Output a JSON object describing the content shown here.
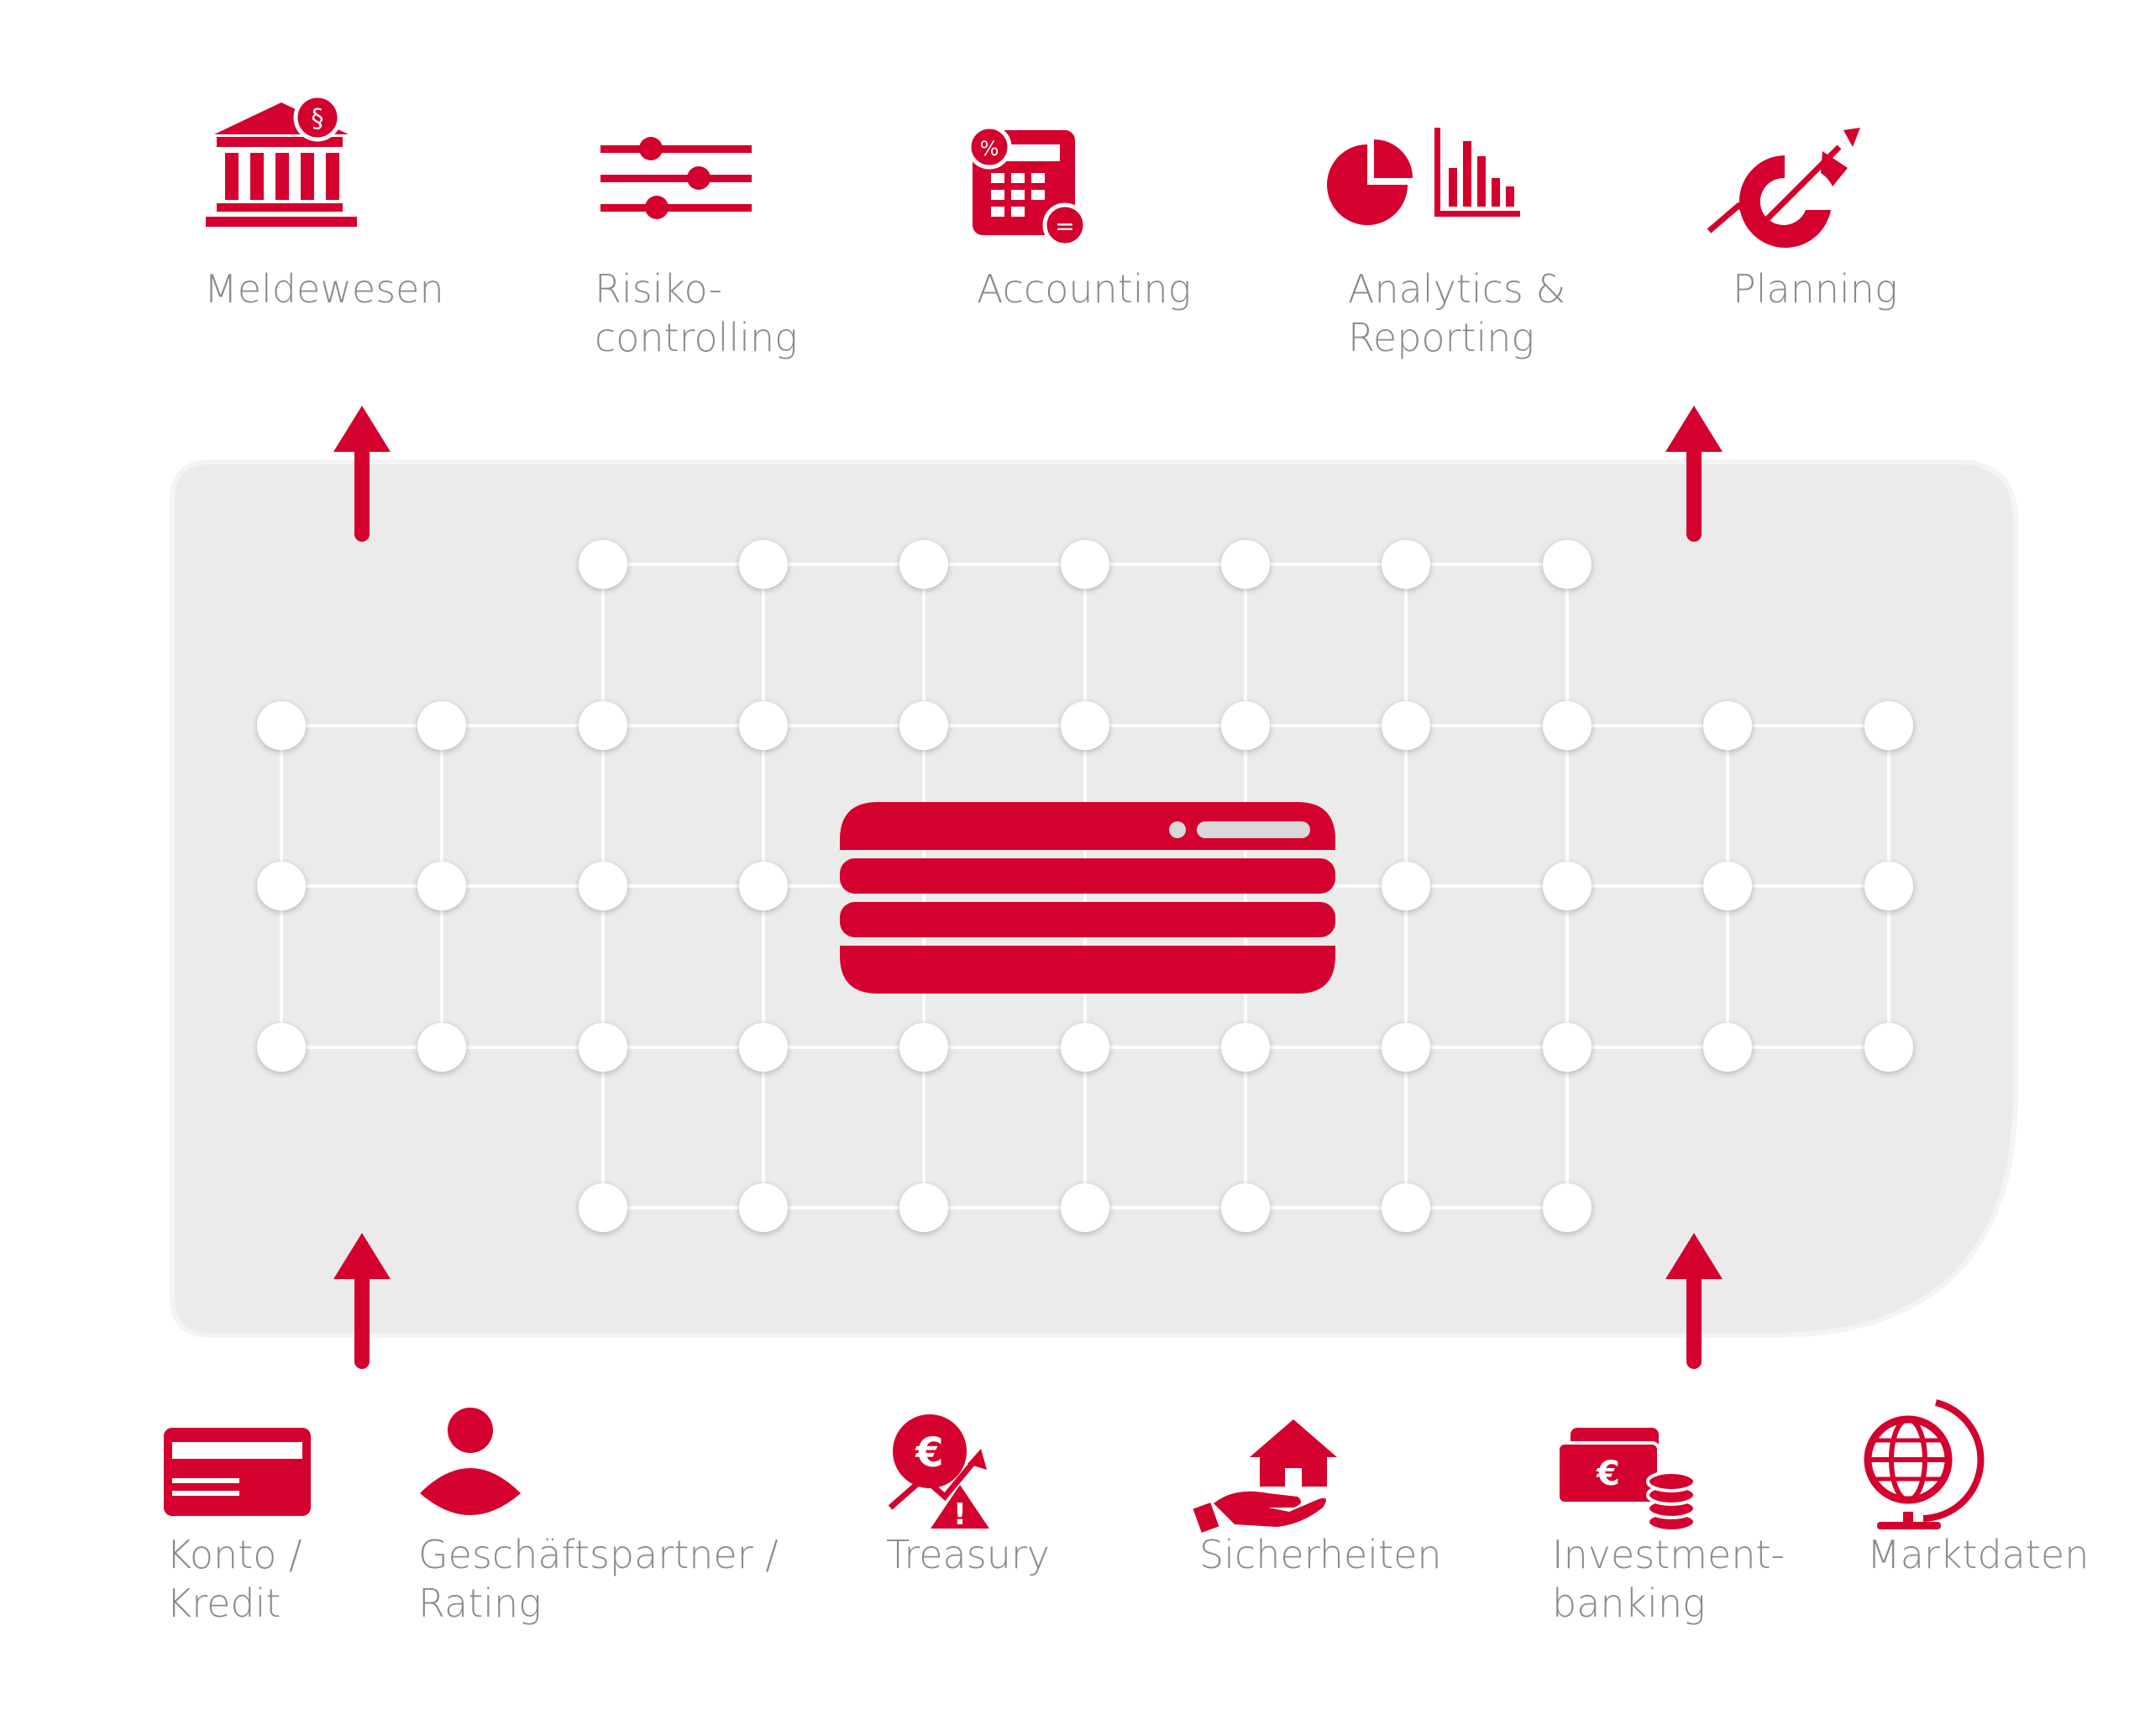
{
  "colors": {
    "accent": "#d4002d",
    "panel": "#ebebeb",
    "node": "#ffffff",
    "grid_line": "#ffffff",
    "label_text": "#8a8a8a"
  },
  "top_targets": [
    {
      "icon": "bank-icon",
      "line1": "Meldewesen",
      "line2": ""
    },
    {
      "icon": "sliders-icon",
      "line1": "Risiko-",
      "line2": "controlling"
    },
    {
      "icon": "calculator-icon",
      "line1": "Accounting",
      "line2": ""
    },
    {
      "icon": "charts-icon",
      "line1": "Analytics &",
      "line2": "Reporting"
    },
    {
      "icon": "growth-chart-icon",
      "line1": "Planning",
      "line2": ""
    }
  ],
  "bottom_sources": [
    {
      "icon": "credit-card-icon",
      "line1": "Konto /",
      "line2": "Kredit"
    },
    {
      "icon": "person-icon",
      "line1": "Geschäftspartner /",
      "line2": "Rating"
    },
    {
      "icon": "euro-risk-icon",
      "line1": "Treasury",
      "line2": ""
    },
    {
      "icon": "house-hand-icon",
      "line1": "Sicherheiten",
      "line2": ""
    },
    {
      "icon": "money-coins-icon",
      "line1": "Investment-",
      "line2": "banking"
    },
    {
      "icon": "globe-icon",
      "line1": "Marktdaten",
      "line2": ""
    }
  ],
  "center_icon": "database-server-icon"
}
